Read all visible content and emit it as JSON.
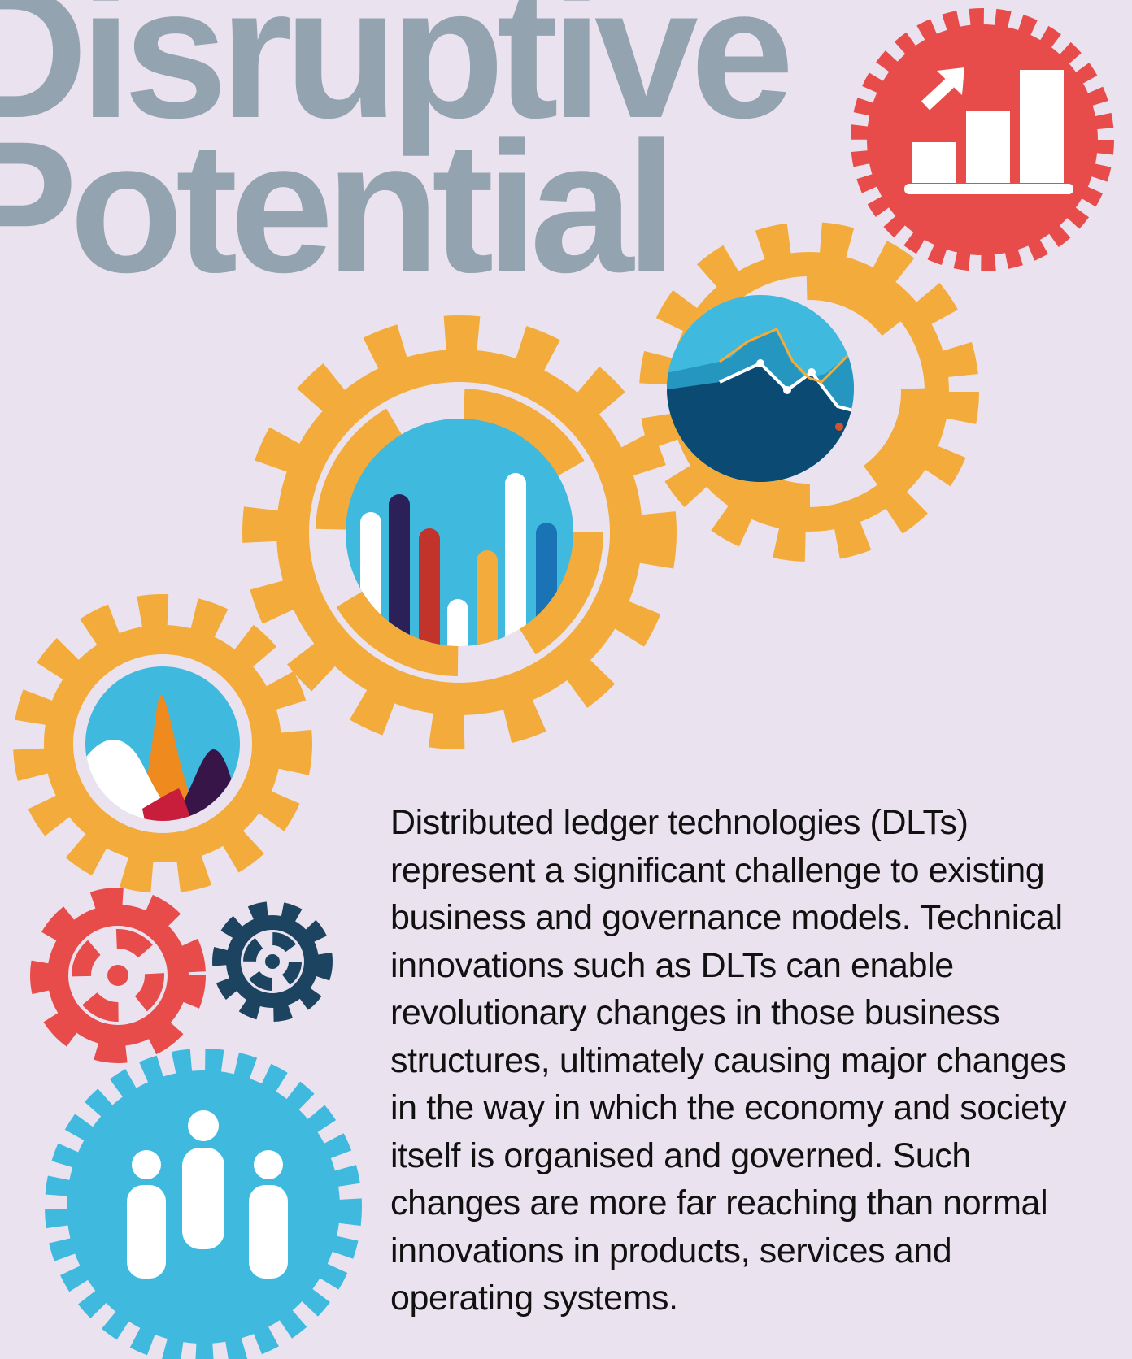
{
  "title": {
    "line1": "Disruptive",
    "line2": "Potential"
  },
  "body_text": "Distributed ledger technologies (DLTs) represent a significant challenge to existing business and governance models. Technical innovations such as DLTs can enable revolutionary changes in those business structures, ultimately causing major changes in the way in which the economy and society itself is organised and governed. Such changes are more far reaching than normal innovations in products, services and operating systems.",
  "colors": {
    "background": "#ebe2ef",
    "title": "#93a3af",
    "gear_orange": "#f3ac3b",
    "gear_red": "#e84c4a",
    "gear_blue": "#3fb9de",
    "gear_navy": "#1c4461",
    "text": "#111111"
  },
  "icons": [
    "growth-chart-icon",
    "area-chart-icon",
    "bar-chart-icon",
    "mountain-chart-icon",
    "small-red-gear-icon",
    "small-navy-gear-icon",
    "people-icon"
  ]
}
